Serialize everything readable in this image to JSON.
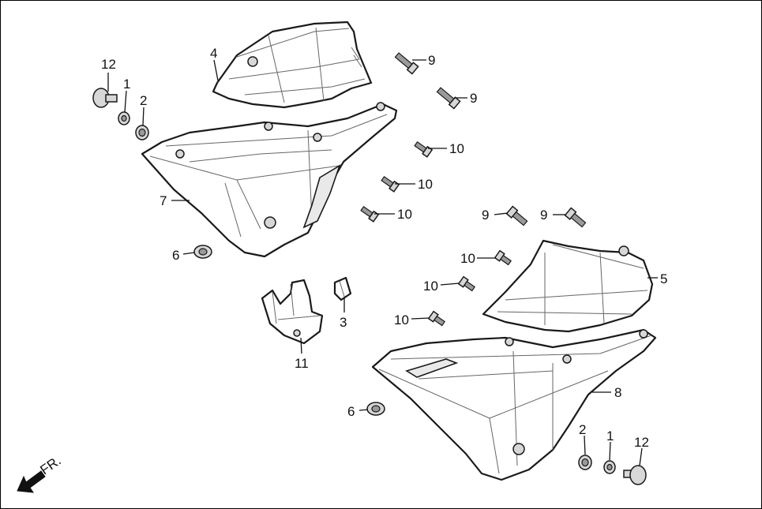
{
  "callouts": {
    "c12a": "12",
    "c1a": "1",
    "c2a": "2",
    "c4": "4",
    "c9a": "9",
    "c9b": "9",
    "c10a": "10",
    "c10b": "10",
    "c10c": "10",
    "c7": "7",
    "c6a": "6",
    "c9c": "9",
    "c9d": "9",
    "c10d": "10",
    "c5": "5",
    "c10e": "10",
    "c3": "3",
    "c10f": "10",
    "c11": "11",
    "c8": "8",
    "c6b": "6",
    "c2b": "2",
    "c1b": "1",
    "c12b": "12"
  },
  "direction": {
    "label": "FR."
  }
}
